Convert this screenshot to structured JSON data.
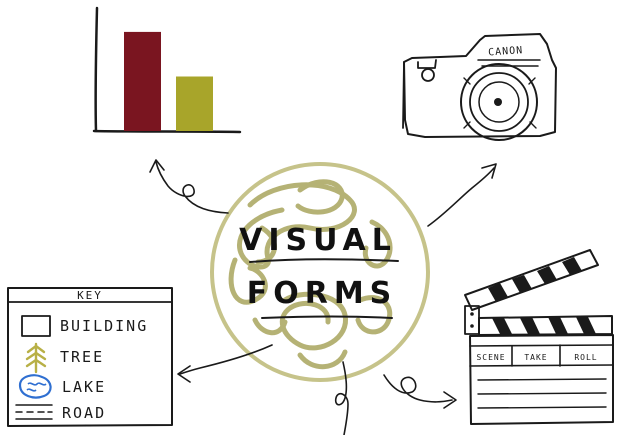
{
  "center": {
    "title_line1": "VISUAL",
    "title_line2": "FORMS"
  },
  "chart": {
    "chart_data": {
      "type": "bar",
      "categories": [
        "",
        ""
      ],
      "series": [
        {
          "values": [
            100,
            55
          ]
        }
      ],
      "colors": [
        "#7a1520",
        "#a8a52a"
      ],
      "ylim": [
        0,
        110
      ],
      "grid": false
    }
  },
  "camera": {
    "brand": "CANON"
  },
  "map_key": {
    "header": "KEY",
    "items": [
      {
        "icon": "building-icon",
        "label": "BUILDING"
      },
      {
        "icon": "tree-icon",
        "label": "TREE"
      },
      {
        "icon": "lake-icon",
        "label": "LAKE"
      },
      {
        "icon": "road-icon",
        "label": "ROAD"
      }
    ]
  },
  "clapperboard": {
    "columns": [
      "SCENE",
      "TAKE",
      "ROLL"
    ]
  },
  "colors": {
    "globe": "#c6c38a",
    "globe_scribble": "#a9a55e",
    "lake": "#2f6fd1",
    "tree": "#b8b046",
    "bar1": "#7a1520",
    "bar2": "#a8a52a"
  }
}
